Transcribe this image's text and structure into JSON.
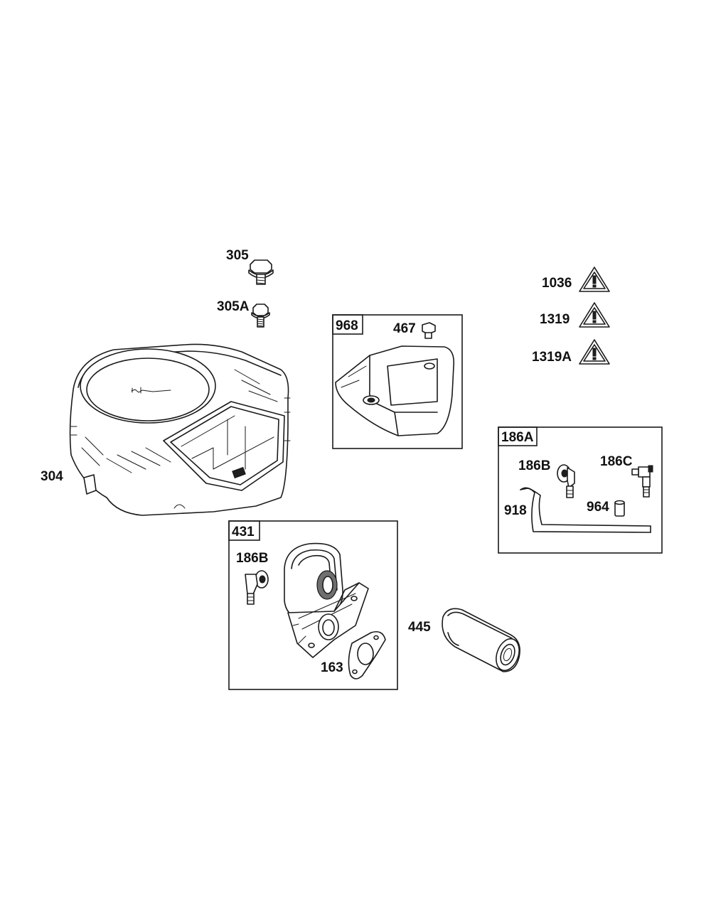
{
  "labels": {
    "p305": "305",
    "p305a": "305A",
    "p304": "304",
    "p968": "968",
    "p467": "467",
    "p1036": "1036",
    "p1319": "1319",
    "p1319a": "1319A",
    "p186a": "186A",
    "p186b_kit": "186B",
    "p186c": "186C",
    "p918": "918",
    "p964": "964",
    "p431": "431",
    "p186b_air": "186B",
    "p163": "163",
    "p445": "445"
  }
}
